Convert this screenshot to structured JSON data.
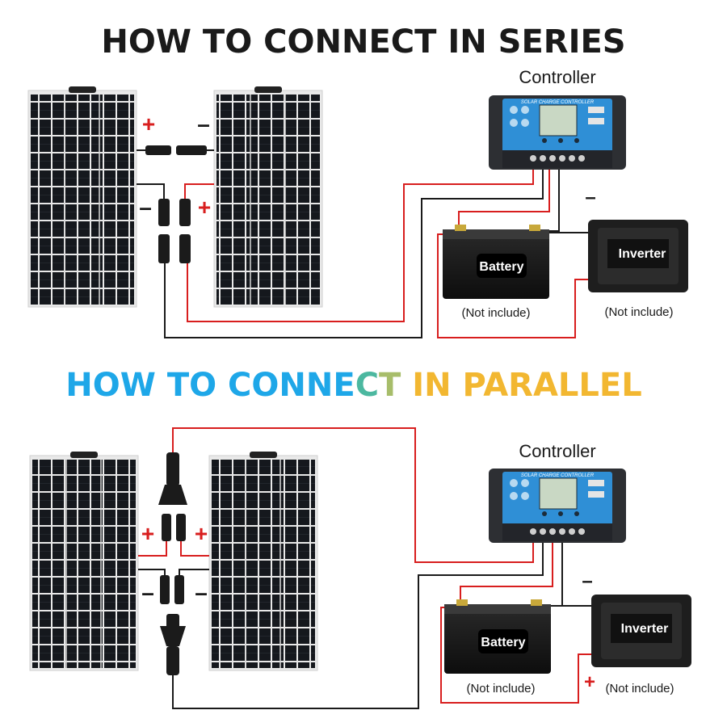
{
  "series": {
    "title": "HOW TO CONNECT IN SERIES",
    "controller_label": "Controller",
    "controller_screen_text": "SOLAR CHARGE CONTROLLER",
    "battery_label": "Battery",
    "inverter_label": "Inverter",
    "battery_note": "(Not include)",
    "inverter_note": "(Not include)",
    "plus": "+",
    "minus": "–"
  },
  "parallel": {
    "title_part1": "HOW TO CONNE",
    "title_part2": "C",
    "title_part3": "T",
    "title_part4": " IN PARALLEL",
    "controller_label": "Controller",
    "controller_screen_text": "SOLAR CHARGE CONTROLLER",
    "battery_label": "Battery",
    "inverter_label": "Inverter",
    "battery_note": "(Not include)",
    "inverter_note": "(Not include)",
    "plus": "+",
    "minus": "–"
  },
  "colors": {
    "positive_wire": "#d81e1e",
    "negative_wire": "#1a1a1a",
    "title_series": "#1a1a1a",
    "title_parallel_blue": "#1ea7e8",
    "title_parallel_teal": "#4cb8a0",
    "title_parallel_yellow": "#f2b731",
    "controller_body": "#2d2f33",
    "controller_face": "#2f8fd6",
    "panel_cell": "#15181d"
  }
}
